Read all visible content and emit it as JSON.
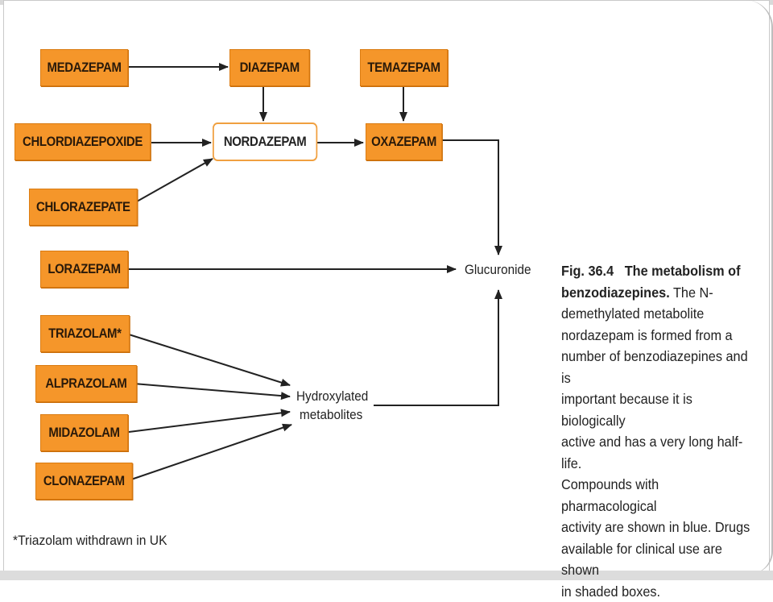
{
  "diagram": {
    "drugs": {
      "medazepam": "MEDAZEPAM",
      "diazepam": "DIAZEPAM",
      "temazepam": "TEMAZEPAM",
      "chlordiazepoxide": "CHLORDIAZEPOXIDE",
      "nordazepam": "NORDAZEPAM",
      "oxazepam": "OXAZEPAM",
      "chlorazepate": "CHLORAZEPATE",
      "lorazepam": "LORAZEPAM",
      "triazolam": "TRIAZOLAM*",
      "alprazolam": "ALPRAZOLAM",
      "midazolam": "MIDAZOLAM",
      "clonazepam": "CLONAZEPAM"
    },
    "glucuronide": "Glucuronide",
    "hydroxylated_line1": "Hydroxylated",
    "hydroxylated_line2": "metabolites",
    "footnote": "*Triazolam withdrawn in UK",
    "edges": [
      [
        "MEDAZEPAM",
        "DIAZEPAM"
      ],
      [
        "DIAZEPAM",
        "NORDAZEPAM"
      ],
      [
        "TEMAZEPAM",
        "OXAZEPAM"
      ],
      [
        "CHLORDIAZEPOXIDE",
        "NORDAZEPAM"
      ],
      [
        "CHLORAZEPATE",
        "NORDAZEPAM"
      ],
      [
        "NORDAZEPAM",
        "OXAZEPAM"
      ],
      [
        "OXAZEPAM",
        "Glucuronide"
      ],
      [
        "LORAZEPAM",
        "Glucuronide"
      ],
      [
        "TRIAZOLAM*",
        "Hydroxylated metabolites"
      ],
      [
        "ALPRAZOLAM",
        "Hydroxylated metabolites"
      ],
      [
        "MIDAZOLAM",
        "Hydroxylated metabolites"
      ],
      [
        "CLONAZEPAM",
        "Hydroxylated metabolites"
      ],
      [
        "Hydroxylated metabolites",
        "Glucuronide"
      ]
    ]
  },
  "caption": {
    "fig_label": "Fig. 36.4",
    "title": "The metabolism of benzodiazepines.",
    "line1": "The N-",
    "line2": "demethylated metabolite",
    "line3": "nordazepam is formed from a",
    "line4": "number of benzodiazepines and is",
    "line5": "important because it is biologically",
    "line6": "active and has a very long half-life.",
    "line7": "Compounds with pharmacological",
    "line8": "activity are shown in blue. Drugs",
    "line9": "available for clinical use are shown",
    "line10": "in shaded boxes."
  }
}
